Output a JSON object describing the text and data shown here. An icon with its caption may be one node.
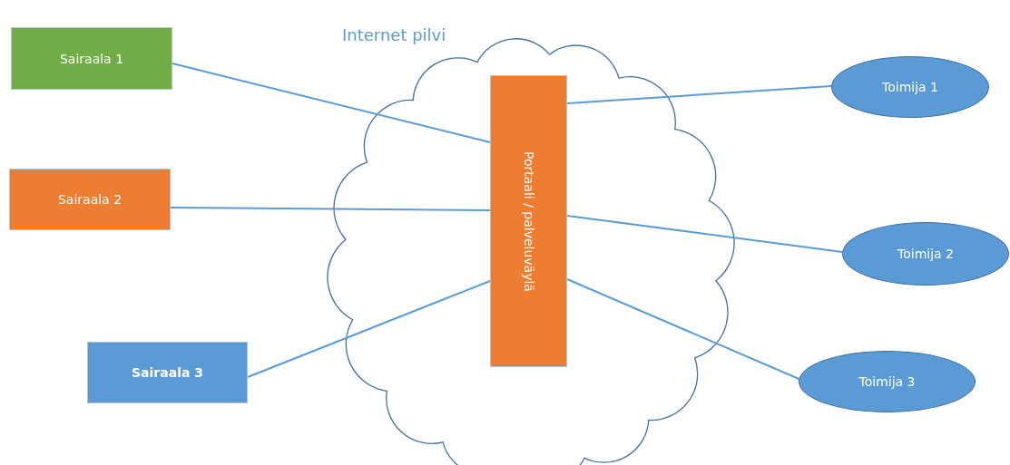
{
  "diagram": {
    "nodes": [
      {
        "text": [
          "Sairaala 1"
        ]
      },
      {
        "text": [
          "Sairaala 2"
        ]
      },
      {
        "text": [
          "Sairaala 3"
        ]
      },
      {
        "text": [
          "Internet pilvi"
        ]
      },
      {
        "text": [
          "Portaali / palveluväylä"
        ],
        "in": 3
      },
      {
        "text": [
          "Toimija 1"
        ]
      },
      {
        "text": [
          "Toimija 2"
        ]
      },
      {
        "text": [
          "Toimija 3"
        ]
      }
    ],
    "edges": [
      {
        "from": 0,
        "to": 4,
        "arrow": "none"
      },
      {
        "from": 1,
        "to": 4,
        "arrow": "none"
      },
      {
        "from": 2,
        "to": 4,
        "arrow": "none"
      },
      {
        "from": 4,
        "to": 5,
        "arrow": "none"
      },
      {
        "from": 4,
        "to": 6,
        "arrow": "none"
      },
      {
        "from": 4,
        "to": 7,
        "arrow": "none"
      }
    ]
  }
}
